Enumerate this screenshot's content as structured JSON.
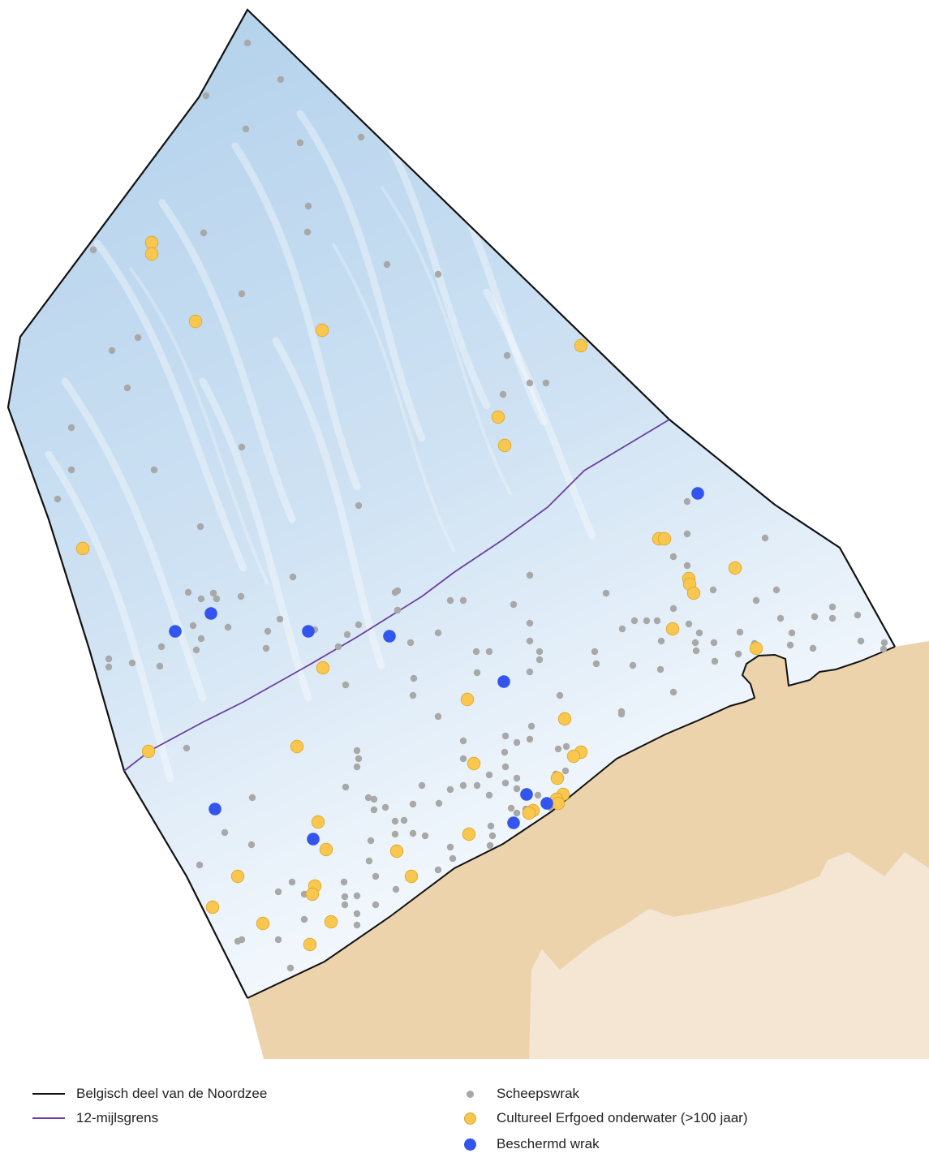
{
  "legend": {
    "boundary": {
      "label": "Belgisch deel van de Noordzee",
      "color": "#111111"
    },
    "twelve_mile": {
      "label": "12-mijlsgrens",
      "color": "#6b3fa0"
    },
    "wreck": {
      "label": "Scheepswrak",
      "color": "#a8a8a8"
    },
    "heritage": {
      "label": "Cultureel Erfgoed onderwater (>100 jaar)",
      "color": "#f9c74f"
    },
    "protected": {
      "label": "Beschermd wrak",
      "color": "#3355ee"
    }
  },
  "colors": {
    "sea_deep": "#b6d3ec",
    "sea_shallow": "#ffffff",
    "land_coast": "#ecd3ac",
    "land_inland": "#f5e6d3"
  }
}
